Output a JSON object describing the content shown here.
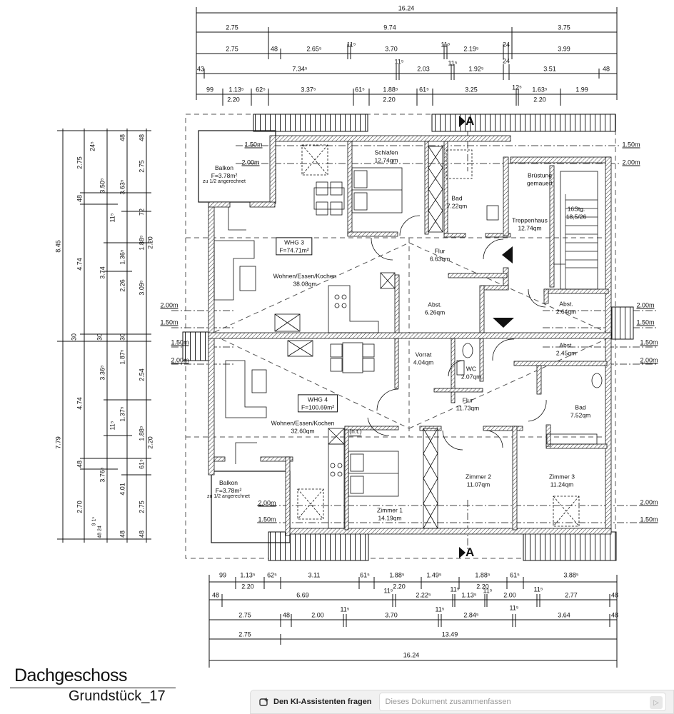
{
  "title": {
    "main": "Dachgeschoss",
    "sub": "Grundstück_17"
  },
  "dims": {
    "top": [
      [
        "16.24"
      ],
      [
        "2.75",
        "9.74",
        "3.75"
      ],
      [
        "2.75",
        "48",
        "2.65⁵",
        "11⁵",
        "3.70",
        "11⁵",
        "2.19⁵",
        "24",
        "3.99"
      ],
      [
        "43",
        "7.34⁵",
        "11⁵",
        "2.03",
        "11⁵",
        "1.92⁵",
        "24",
        "3.51",
        "48"
      ],
      [
        "99",
        "1.13⁵",
        "62⁵",
        "3.37⁵",
        "61⁵",
        "1.88⁵",
        "61⁵",
        "3.25",
        "12⁵",
        "1.63⁵",
        "1.99",
        "2.20",
        "2.20",
        "2.20"
      ]
    ],
    "bottom": [
      [
        "99",
        "1.13⁵",
        "62⁵",
        "3.11",
        "61⁵",
        "1.88⁵",
        "1.49⁵",
        "1.88⁵",
        "61⁵",
        "3.88⁵",
        "2.20",
        "2.20",
        "2.20"
      ],
      [
        "48",
        "6.69",
        "11⁵",
        "2.22⁵",
        "11⁵",
        "1.13⁵",
        "11⁵",
        "2.00",
        "11⁵",
        "2.77",
        "48"
      ],
      [
        "2.75",
        "48",
        "2.00",
        "11⁵",
        "3.70",
        "11⁵",
        "2.84⁵",
        "11⁵",
        "3.64",
        "48"
      ],
      [
        "2.75",
        "13.49"
      ],
      [
        "16.24"
      ]
    ],
    "left": [
      [
        "8.45",
        "7.79"
      ],
      [
        "2.75",
        "48",
        "4.74",
        "30",
        "4.74",
        "48",
        "2.70"
      ],
      [
        "24⁵",
        "3.50⁵",
        "11⁵",
        "3.74",
        "30",
        "3.36⁵",
        "11⁵",
        "3.76⁵",
        "9 1⁵",
        "48 24"
      ],
      [
        "48",
        "3.63⁵",
        "1.36⁵",
        "2.26",
        "30",
        "1.87⁵",
        "1.37⁵",
        "4.01",
        "48"
      ],
      [
        "48",
        "2.75",
        "72",
        "1.88⁵",
        "2.20",
        "3.09⁵",
        "2.54",
        "1.88⁵",
        "2.20",
        "61⁵",
        "2.75",
        "48"
      ]
    ]
  },
  "rooms": {
    "balkon_top": {
      "name": "Balkon",
      "area": "F=3.78m²",
      "note": "zu 1/2 angerechnet"
    },
    "schlafen": {
      "name": "Schlafen",
      "area": "12.74qm"
    },
    "bad_top": {
      "name": "Bad",
      "area": "7.22qm"
    },
    "bruestung": {
      "name": "Brüstung",
      "note": "gemauert"
    },
    "treppenhaus": {
      "name": "Treppenhaus",
      "area": "12.74qm"
    },
    "stairs": {
      "name": "16Stg.",
      "area": "18,5/26"
    },
    "whg3": {
      "name": "WHG 3",
      "area": "F=74.71m²"
    },
    "flur_top": {
      "name": "Flur",
      "area": "6.63qm"
    },
    "wohnen_top": {
      "name": "Wohnen/Essen/Kochen",
      "area": "38.08qm"
    },
    "abst_626": {
      "name": "Abst.",
      "area": "6.26qm"
    },
    "abst_264": {
      "name": "Abst.",
      "area": "2.64qm"
    },
    "abst_245": {
      "name": "Abst.",
      "area": "2.45qm"
    },
    "vorrat": {
      "name": "Vorrat",
      "area": "4.04qm"
    },
    "wc": {
      "name": "WC",
      "area": "2.07qm"
    },
    "whg4": {
      "name": "WHG 4",
      "area": "F=100.69m²"
    },
    "flur_bottom": {
      "name": "Flur",
      "area": "11.73qm"
    },
    "bad_bottom": {
      "name": "Bad",
      "area": "7.52qm"
    },
    "wohnen_bottom": {
      "name": "Wohnen/Essen/Kochen",
      "area": "32.60qm"
    },
    "nt": {
      "name": "(n.t.)"
    },
    "zimmer2": {
      "name": "Zimmer 2",
      "area": "11.07qm"
    },
    "zimmer3": {
      "name": "Zimmer 3",
      "area": "11.24qm"
    },
    "balkon_bottom": {
      "name": "Balkon",
      "area": "F=3.78m²",
      "note": "zu 1/2 angerechnet"
    },
    "zimmer1": {
      "name": "Zimmer 1",
      "area": "14.19qm"
    }
  },
  "levels": {
    "h150": "1.50m",
    "h200": "2.00m"
  },
  "section": {
    "label": "A"
  },
  "ai_bar": {
    "icon": "ai-assistant-icon",
    "button": "Den KI-Assistenten fragen",
    "placeholder": "Dieses Dokument zusammenfassen",
    "send_icon": "send-icon"
  }
}
